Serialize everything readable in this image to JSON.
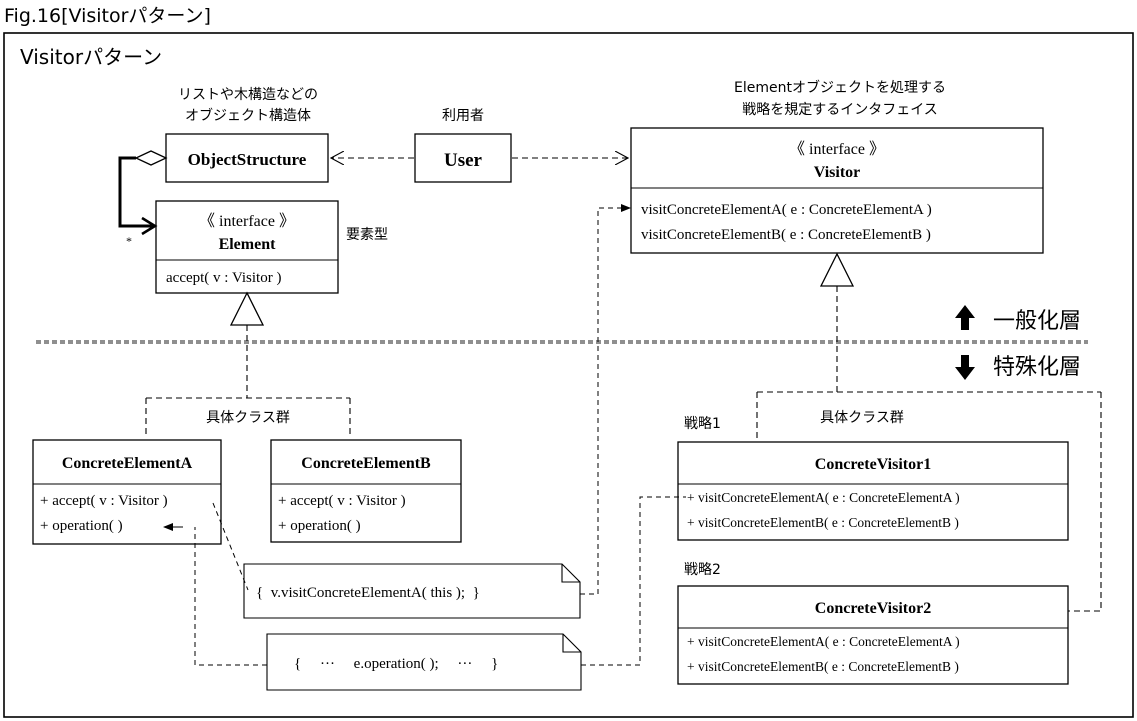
{
  "fig_caption": "Fig.16[Visitorパターン]",
  "frame_title": "Visitorパターン",
  "notes": {
    "object_structure_line1": "リストや木構造などの",
    "object_structure_line2": "オブジェクト構造体",
    "user_role": "利用者",
    "visitor_line1": "Elementオブジェクトを処理する",
    "visitor_line2": "戦略を規定するインタフェイス",
    "element_type": "要素型",
    "concrete_elements": "具体クラス群",
    "concrete_visitors": "具体クラス群",
    "strategy1": "戦略1",
    "strategy2": "戦略2",
    "multiplicity": "*"
  },
  "layers": {
    "upper": "一般化層",
    "lower": "特殊化層"
  },
  "classes": {
    "object_structure": {
      "name": "ObjectStructure"
    },
    "user": {
      "name": "User"
    },
    "element": {
      "stereotype": "《 interface 》",
      "name": "Element",
      "methods": [
        "accept( v : Visitor )"
      ]
    },
    "visitor": {
      "stereotype": "《 interface 》",
      "name": "Visitor",
      "methods": [
        "visitConcreteElementA( e : ConcreteElementA )",
        "visitConcreteElementB( e : ConcreteElementB )"
      ]
    },
    "concrete_element_a": {
      "name": "ConcreteElementA",
      "methods": [
        "+ accept( v : Visitor )",
        "+ operation( )"
      ]
    },
    "concrete_element_b": {
      "name": "ConcreteElementB",
      "methods": [
        "+ accept( v : Visitor )",
        "+ operation( )"
      ]
    },
    "concrete_visitor_1": {
      "name": "ConcreteVisitor1",
      "methods": [
        "+ visitConcreteElementA( e : ConcreteElementA )",
        "+ visitConcreteElementB( e : ConcreteElementB )"
      ]
    },
    "concrete_visitor_2": {
      "name": "ConcreteVisitor2",
      "methods": [
        "+ visitConcreteElementA( e : ConcreteElementA )",
        "+ visitConcreteElementB( e : ConcreteElementB )"
      ]
    }
  },
  "code_notes": {
    "accept_impl": "{  v.visitConcreteElementA( this );  }",
    "visit_impl": "{     ···     e.operation( );     ···     }"
  }
}
